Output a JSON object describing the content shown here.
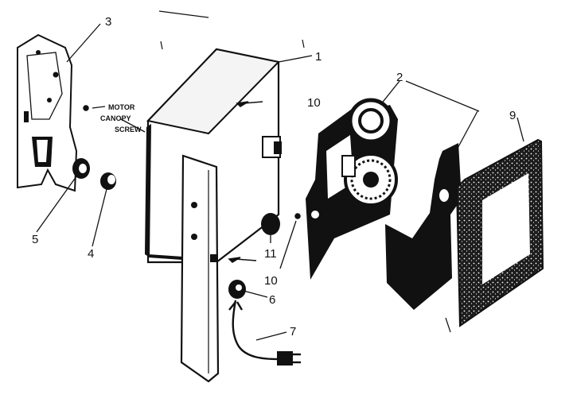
{
  "diagram": {
    "callouts": {
      "c1": "1",
      "c2": "2",
      "c3": "3",
      "c4": "4",
      "c5": "5",
      "c6": "6",
      "c7": "7",
      "c9": "9",
      "c10a": "10",
      "c10b": "10",
      "c11": "11"
    },
    "annotation": {
      "line1": "MOTOR",
      "line2": "CANOPY",
      "line3": "SCREW"
    }
  },
  "colors": {
    "ink": "#111111",
    "paper": "#ffffff",
    "speckle": "#2a2a2a"
  }
}
